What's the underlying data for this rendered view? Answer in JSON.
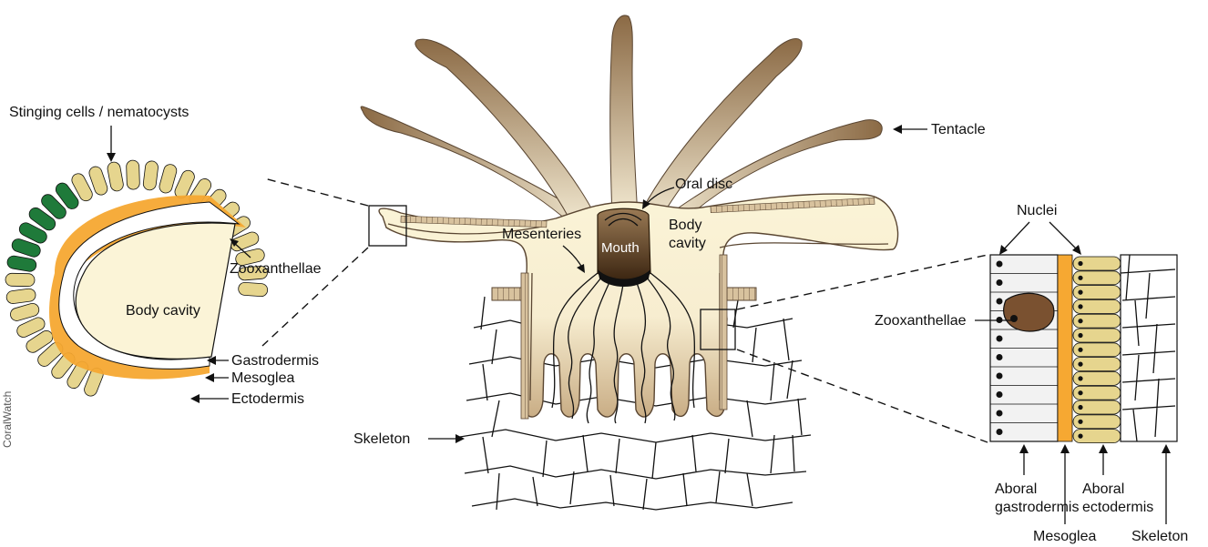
{
  "credit": "CoralWatch",
  "labels": {
    "stinging_cells": "Stinging cells / nematocysts",
    "tentacle": "Tentacle",
    "oral_disc": "Oral disc",
    "mesenteries": "Mesenteries",
    "mouth": "Mouth",
    "body_cavity_main": "Body\ncavity",
    "body_cavity_left": "Body cavity",
    "zooxanthellae_left": "Zooxanthellae",
    "gastrodermis": "Gastrodermis",
    "mesoglea_left": "Mesoglea",
    "ectodermis": "Ectodermis",
    "skeleton_main": "Skeleton",
    "nuclei": "Nuclei",
    "zooxanthellae_right": "Zooxanthellae",
    "aboral_gastrodermis": "Aboral\ngastrodermis",
    "mesoglea_right": "Mesoglea",
    "aboral_ectodermis": "Aboral\nectodermis",
    "skeleton_right": "Skeleton"
  },
  "colors": {
    "tentacle_dark": "#8b6a45",
    "tentacle_light": "#f3ead2",
    "cream": "#fbf4d7",
    "cell_tan": "#e6d58e",
    "nematocyst_green": "#1f7a3a",
    "mesoglea_orange": "#f6a832",
    "zoox_brown": "#7a5130",
    "mouth_dark": "#4a2e14"
  }
}
